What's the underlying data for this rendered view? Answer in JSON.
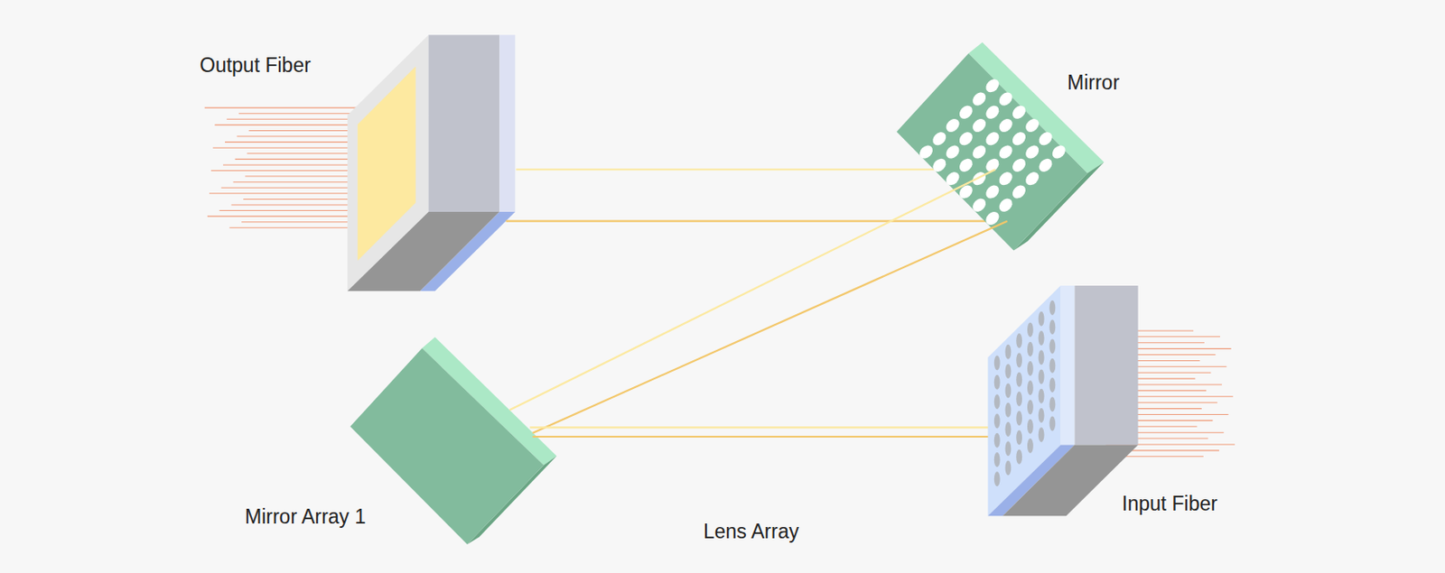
{
  "diagram": {
    "labels": [
      "Output Fiber",
      "Mirror",
      "Mirror Array 1",
      "Lens Array",
      "Input Fiber"
    ]
  }
}
